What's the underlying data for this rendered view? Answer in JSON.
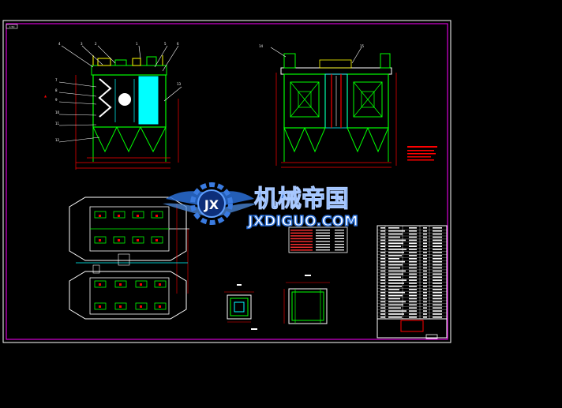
{
  "sheet": {
    "tag_label": "1:50"
  },
  "views": {
    "front": {
      "callouts": [
        "4",
        "3",
        "2",
        "1",
        "5",
        "6",
        "7",
        "8",
        "9",
        "10",
        "11",
        "12",
        "13"
      ]
    },
    "side": {
      "callouts": [
        "14",
        "15"
      ]
    }
  },
  "watermark": {
    "logo_letters": "JX",
    "brand_cn": "机械帝国",
    "brand_url": "JXDIGUO.COM"
  },
  "colors": {
    "frame": "#ffffff",
    "border": "#ff00ff",
    "main": "#00ff00",
    "detail": "#00ffff",
    "dim": "#ff0000",
    "accent": "#ffff00",
    "watermark": "#2a6fd6"
  }
}
